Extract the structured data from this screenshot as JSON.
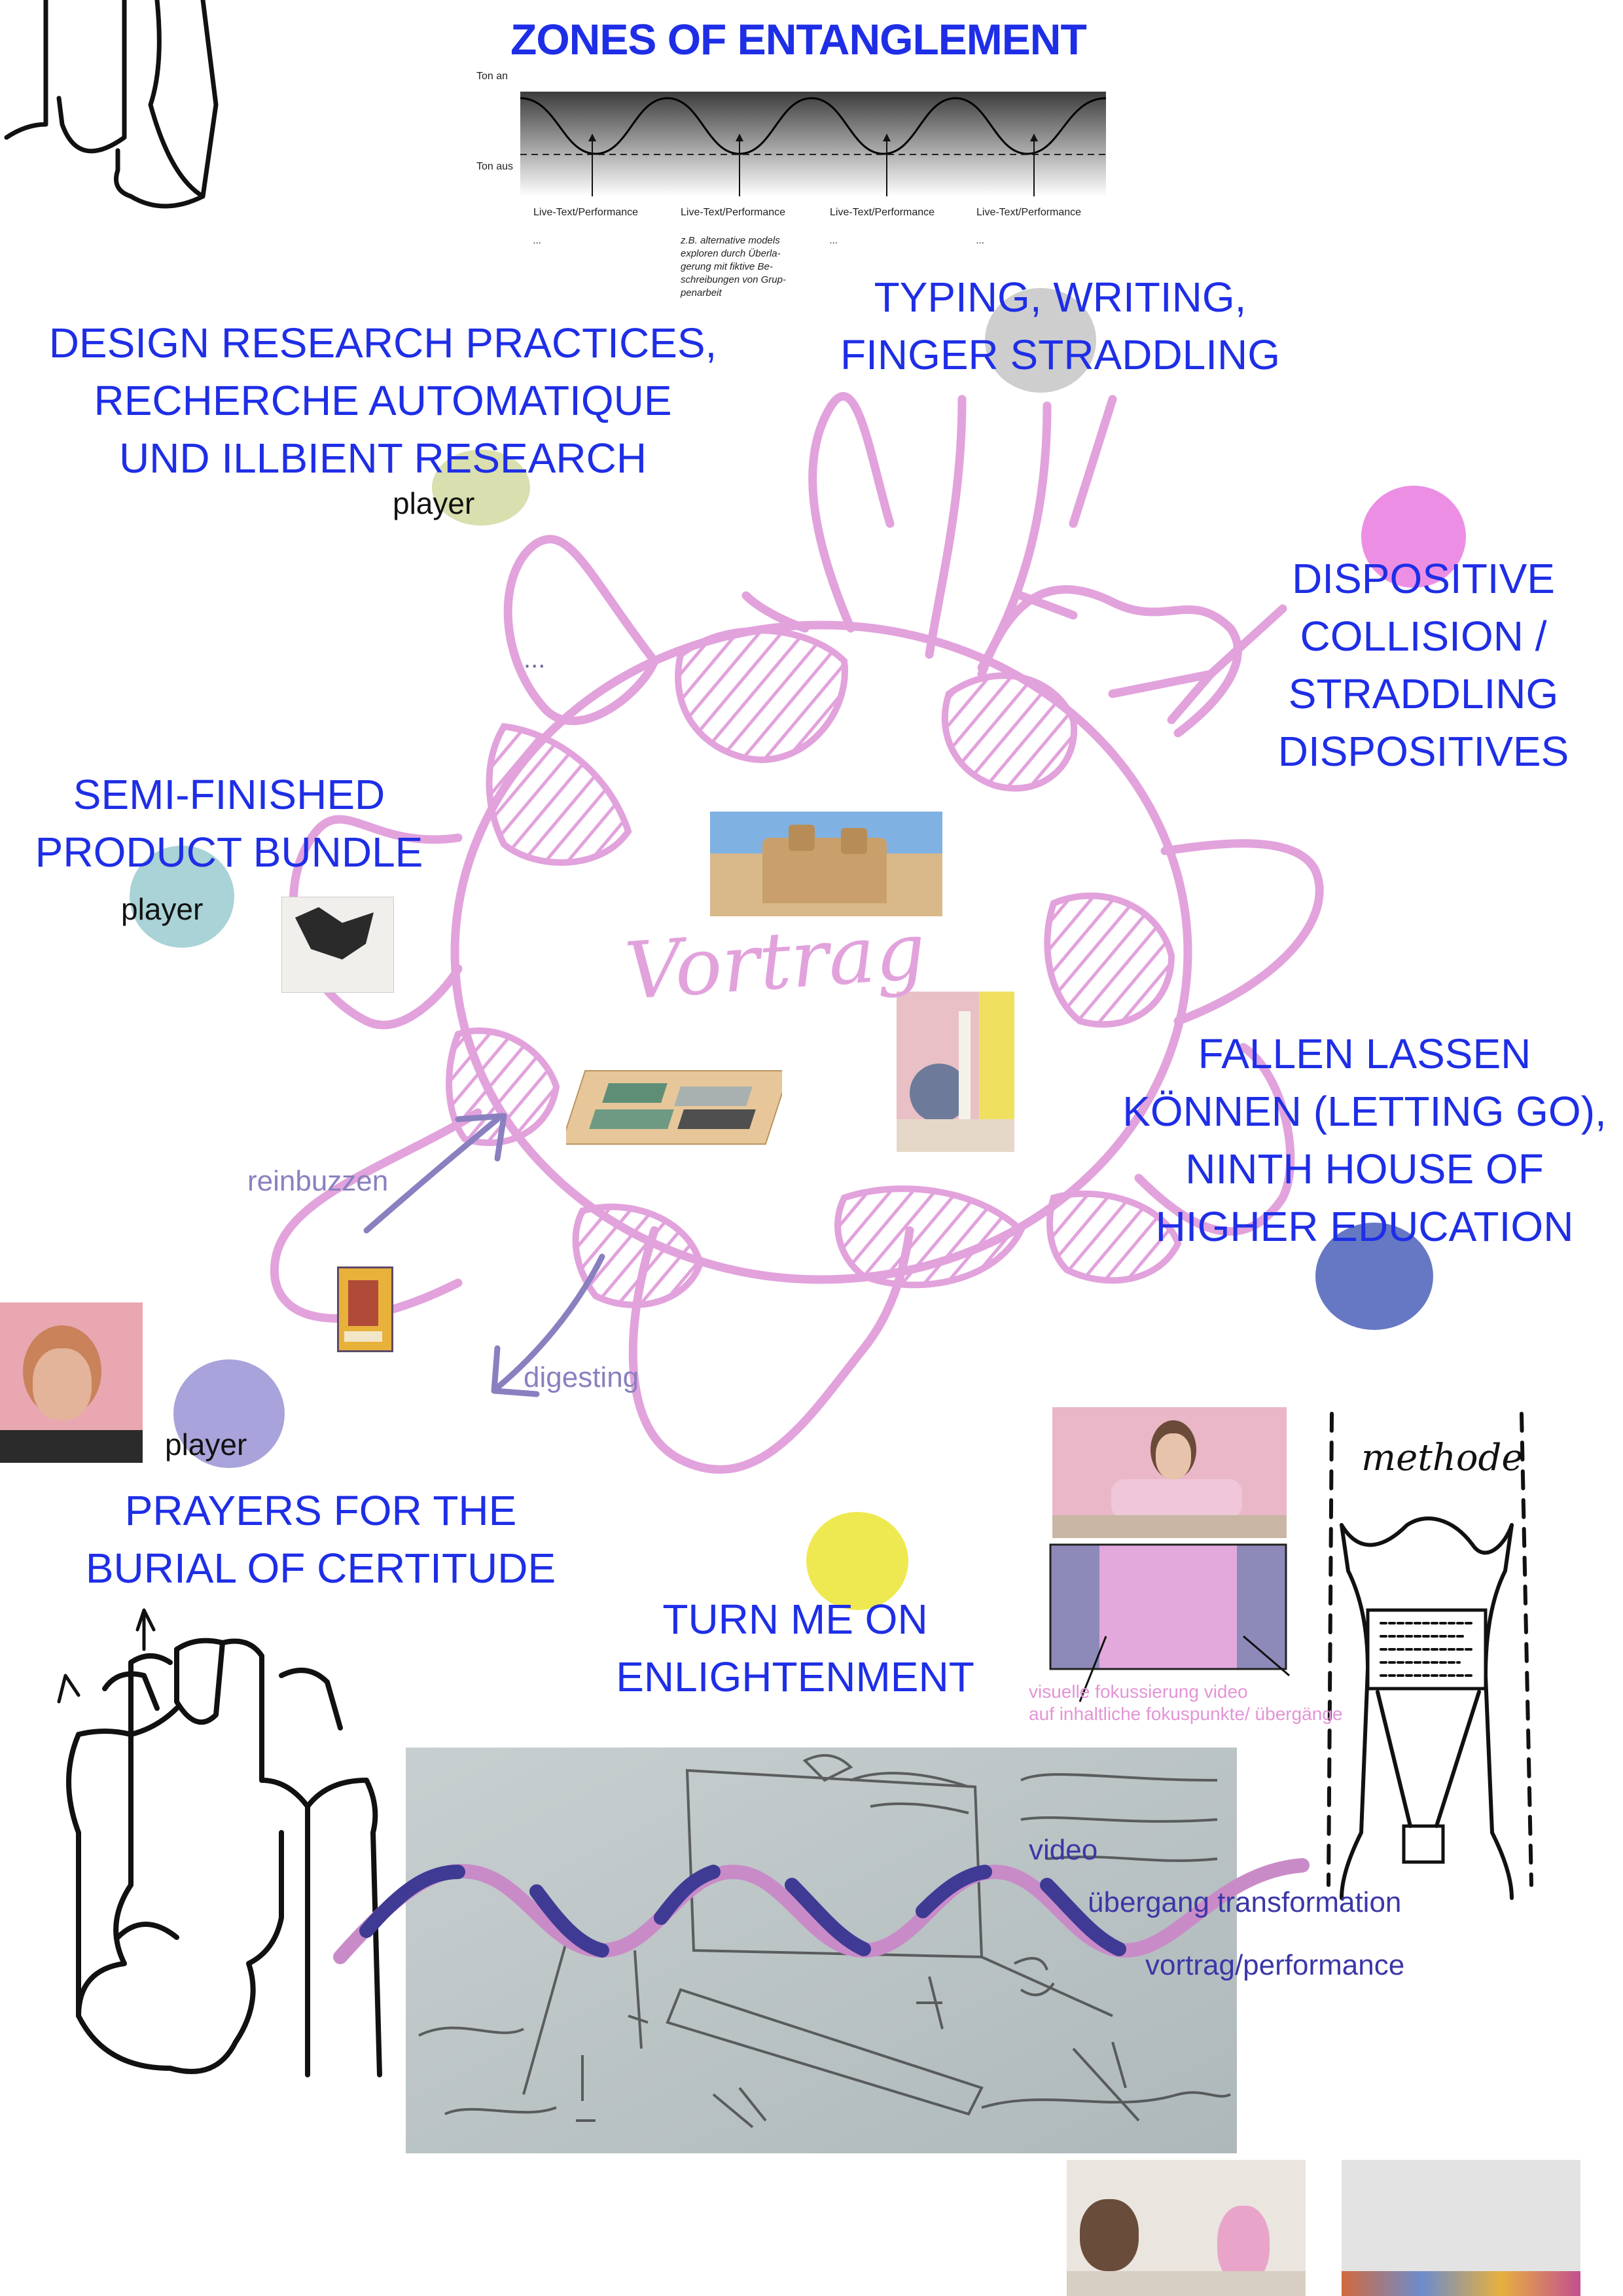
{
  "title": "ZONES OF ENTANGLEMENT",
  "top_chart": {
    "y_top_label": "Ton an",
    "y_bottom_label": "Ton aus",
    "markers": [
      {
        "label": "Live-Text/Performance",
        "note": "..."
      },
      {
        "label": "Live-Text/Performance",
        "note": "z.B. alternative models\nexploren durch Überla-\ngerung mit fiktive Be-\nschreibungen von Grup-\npenarbeit"
      },
      {
        "label": "Live-Text/Performance",
        "note": "..."
      },
      {
        "label": "Live-Text/Performance",
        "note": "..."
      }
    ]
  },
  "captions": {
    "typing": "TYPING, WRITING,\nFINGER STRADDLING",
    "design_research": "DESIGN RESEARCH PRACTICES,\nRECHERCHE AUTOMATIQUE\nUND ILLBIENT RESEARCH",
    "dispositive": "DISPOSITIVE\nCOLLISION /\nSTRADDLING\nDISPOSITIVES",
    "semi_finished": "SEMI-FINISHED\nPRODUCT BUNDLE",
    "fallen_lassen": "FALLEN LASSEN\nKÖNNEN (LETTING GO),\nNINTH HOUSE OF\nHIGHER EDUCATION",
    "prayers": "PRAYERS FOR THE\nBURIAL OF CERTITUDE",
    "turn_me_on": "TURN ME ON\nENLIGHTENMENT"
  },
  "labels": {
    "player": "player",
    "ellipsis": "...",
    "center_word": "Vortrag",
    "reinbuzzen": "reinbuzzen",
    "digesting": "digesting",
    "methode": "methode",
    "video_focus_caption": "visuelle fokussierung video\nauf inhaltliche fokuspunkte/ übergänge",
    "wave_video": "video",
    "wave_transition": "übergang transformation",
    "wave_performance": "vortrag/performance"
  },
  "colors": {
    "caption_blue": "#1e2ee6",
    "sketch_pink": "#e2a2dc",
    "wave_dark": "#3f3a94",
    "wave_light": "#c98bc8",
    "arrow_purple": "#8a80c0",
    "dot_green": "#d9dfae",
    "dot_pink": "#ec8fe4",
    "dot_teal": "#a9d3d6",
    "dot_lavender": "#a9a3db",
    "dot_yellow": "#eee950",
    "dot_blue": "#6678c4",
    "dot_grey": "#bdbdbd"
  }
}
